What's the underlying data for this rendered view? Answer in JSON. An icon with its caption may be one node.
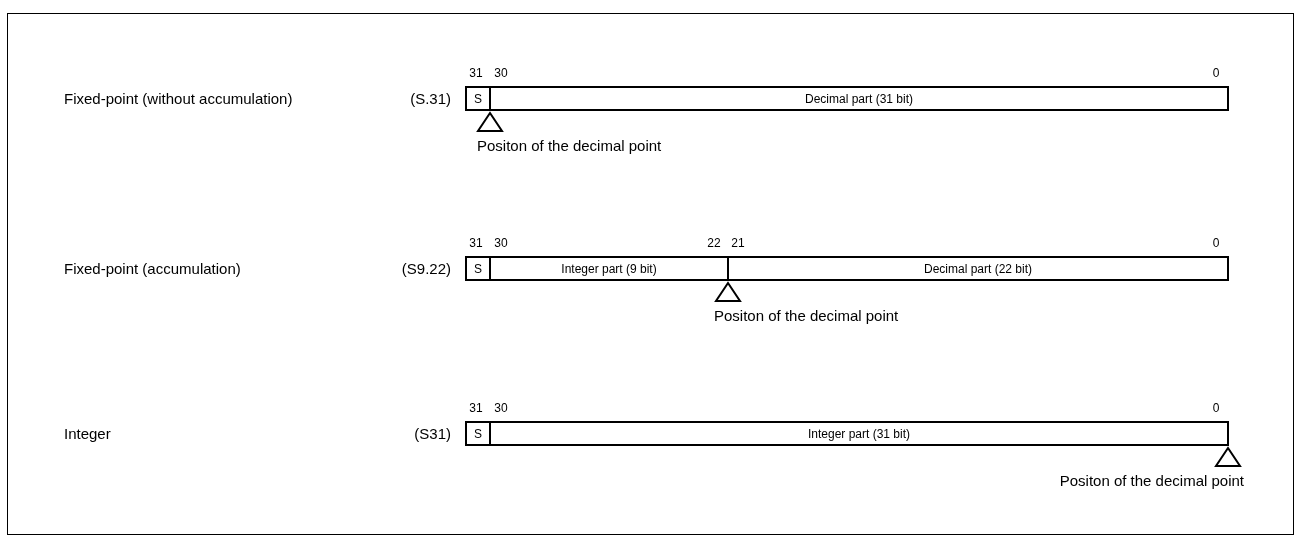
{
  "diagram": {
    "nodes": [
      {
        "text": [
          "S"
        ]
      },
      {
        "text": [
          "Decimal part (31 bit)"
        ]
      },
      {
        "text": [
          "S"
        ]
      },
      {
        "text": [
          "Integer part (9 bit)"
        ]
      },
      {
        "text": [
          "Decimal part (22 bit)"
        ]
      },
      {
        "text": [
          "S"
        ]
      },
      {
        "text": [
          "Integer part (31 bit)"
        ]
      }
    ],
    "edges": [],
    "labels": [
      "31",
      "30",
      "0",
      "Fixed-point (without accumulation)",
      "(S.31)",
      "Positon of the decimal point",
      "31",
      "30",
      "22",
      "21",
      "0",
      "Fixed-point (accumulation)",
      "(S9.22)",
      "Positon of the decimal point",
      "31",
      "30",
      "0",
      "Integer",
      "(S31)",
      "Positon of the decimal point"
    ]
  }
}
